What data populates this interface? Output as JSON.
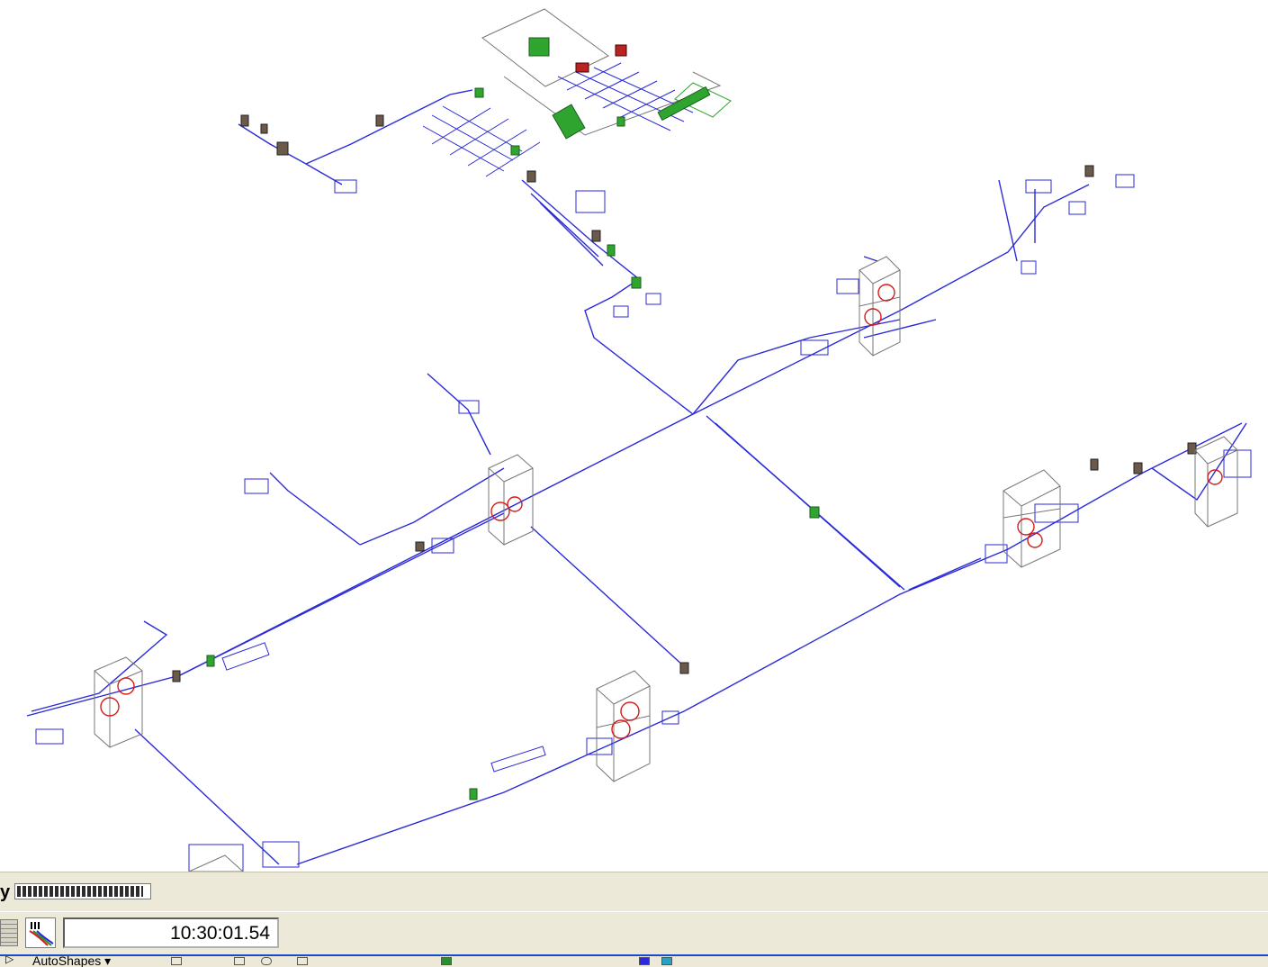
{
  "drawing": {
    "colors": {
      "pipe": "#2a2ad8",
      "frame": "#777777",
      "valve": "#d41c1c",
      "equipment": "#2fa52f",
      "device": "#6b5a4a",
      "toolbar": "#ece9d8",
      "taskbar_border": "#1b4bc4"
    }
  },
  "status_bar": {
    "label": "y",
    "progress_fraction": 0.96,
    "time": "10:30:01.54"
  },
  "drawing_toolbar": {
    "autoshapes_label": "AutoShapes ▾"
  },
  "icons": [
    "grid-icon",
    "layers-icon",
    "line-icon",
    "arrow-icon",
    "rectangle-icon",
    "oval-icon",
    "textbox-icon",
    "fill-color-icon"
  ]
}
